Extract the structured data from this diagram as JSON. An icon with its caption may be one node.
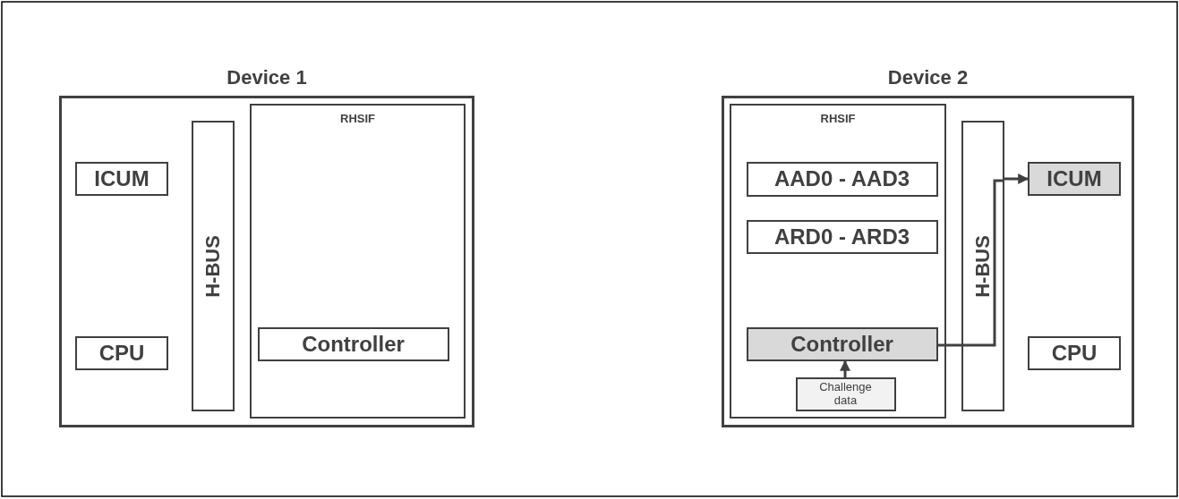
{
  "diagram": {
    "nodes": [
      {
        "text": [
          "Device 1"
        ]
      },
      {
        "text": [
          "ICUM"
        ],
        "in": 0
      },
      {
        "text": [
          "CPU"
        ],
        "in": 0
      },
      {
        "text": [
          "H-BUS"
        ],
        "in": 0
      },
      {
        "text": [
          "RHSIF"
        ],
        "in": 0
      },
      {
        "text": [
          "Controller"
        ],
        "in": 4
      },
      {
        "text": [
          "Device 2"
        ]
      },
      {
        "text": [
          "RHSIF"
        ],
        "in": 6
      },
      {
        "text": [
          "AAD0 - AAD3"
        ],
        "in": 7
      },
      {
        "text": [
          "ARD0 - ARD3"
        ],
        "in": 7
      },
      {
        "text": [
          "Controller"
        ],
        "in": 7
      },
      {
        "text": [
          "Challenge data"
        ],
        "in": 7
      },
      {
        "text": [
          "H-BUS"
        ],
        "in": 6
      },
      {
        "text": [
          "ICUM"
        ],
        "in": 6
      },
      {
        "text": [
          "CPU"
        ],
        "in": 6
      }
    ],
    "edges": [
      {
        "from": 10,
        "to": 12,
        "arrow": "none"
      },
      {
        "from": 12,
        "to": 13,
        "arrow": "to"
      },
      {
        "from": 11,
        "to": 10,
        "arrow": "to"
      }
    ]
  }
}
